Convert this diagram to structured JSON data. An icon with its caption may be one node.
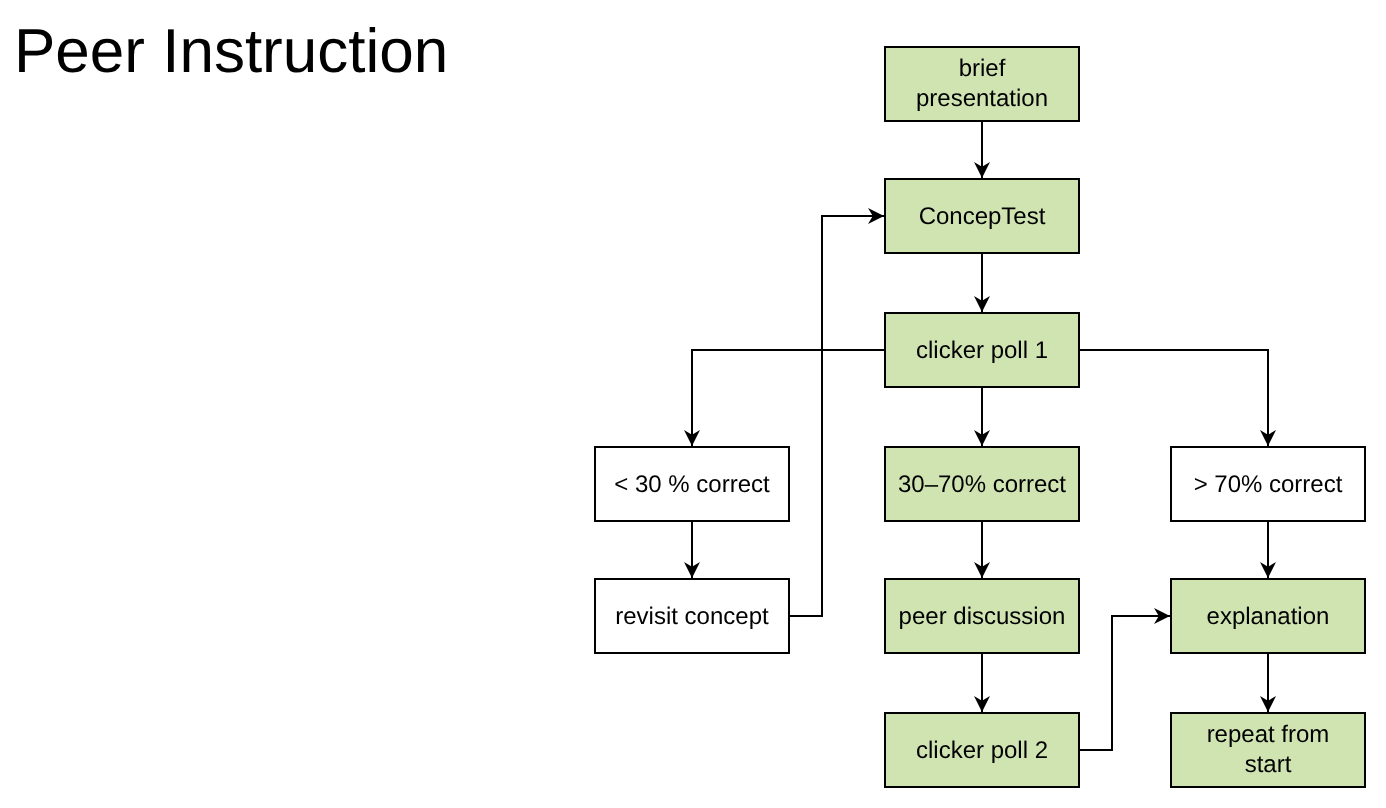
{
  "diagram": {
    "title": "Peer Instruction",
    "nodes": [
      {
        "text": [
          "brief presentation"
        ]
      },
      {
        "text": [
          "ConcepTest"
        ]
      },
      {
        "text": [
          "clicker poll 1"
        ]
      },
      {
        "text": [
          "< 30 % correct"
        ]
      },
      {
        "text": [
          "30–70% correct"
        ]
      },
      {
        "text": [
          "> 70% correct"
        ]
      },
      {
        "text": [
          "revisit concept"
        ]
      },
      {
        "text": [
          "peer discussion"
        ]
      },
      {
        "text": [
          "explanation"
        ]
      },
      {
        "text": [
          "clicker poll 2"
        ]
      },
      {
        "text": [
          "repeat from start"
        ]
      }
    ],
    "edges": [
      {
        "from": 0,
        "to": 1,
        "arrow": "to"
      },
      {
        "from": 1,
        "to": 2,
        "arrow": "to"
      },
      {
        "from": 2,
        "to": 3,
        "arrow": "to"
      },
      {
        "from": 2,
        "to": 4,
        "arrow": "to"
      },
      {
        "from": 2,
        "to": 5,
        "arrow": "to"
      },
      {
        "from": 3,
        "to": 6,
        "arrow": "to"
      },
      {
        "from": 4,
        "to": 7,
        "arrow": "to"
      },
      {
        "from": 5,
        "to": 8,
        "arrow": "to"
      },
      {
        "from": 7,
        "to": 9,
        "arrow": "to"
      },
      {
        "from": 9,
        "to": 8,
        "arrow": "to"
      },
      {
        "from": 6,
        "to": 1,
        "arrow": "to"
      },
      {
        "from": 8,
        "to": 10,
        "arrow": "to"
      }
    ]
  }
}
